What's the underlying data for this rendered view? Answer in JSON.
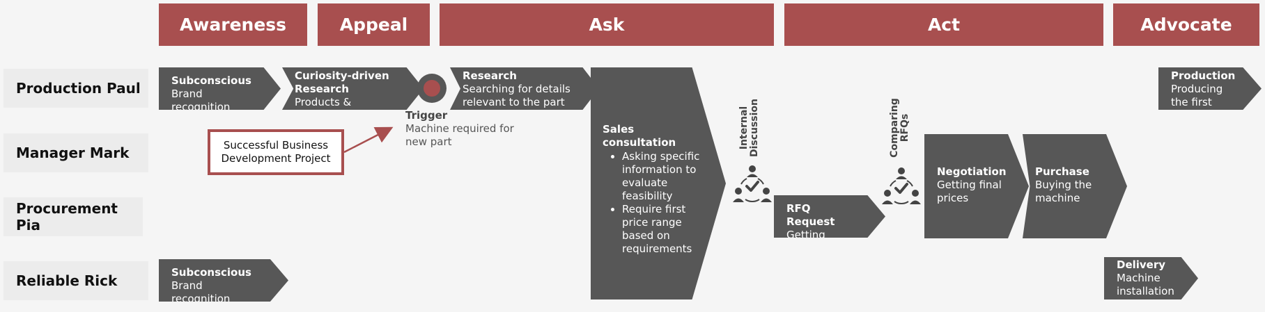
{
  "colors": {
    "phase": "#a84f4f",
    "shape": "#575757",
    "persona_bg": "#ececec",
    "accent": "#a84f4f",
    "background": "#f5f5f5"
  },
  "phases": [
    "Awareness",
    "Appeal",
    "Ask",
    "Act",
    "Advocate"
  ],
  "personas": [
    "Production Paul",
    "Manager Mark",
    "Procurement Pia",
    "Reliable Rick"
  ],
  "steps": {
    "subconscious_paul": {
      "title": "Subconscious",
      "text": "Brand recognition"
    },
    "curiosity": {
      "title": "Curiosity-driven Research",
      "text": "Products & Services"
    },
    "research": {
      "title": "Research",
      "text": "Searching for details relevant to the part"
    },
    "production": {
      "title": "Production",
      "text": "Producing the first part"
    },
    "sales": {
      "title": "Sales consultation",
      "bullets": [
        "Asking specific information to evaluate feasibility",
        "Require first price range based on requirements"
      ]
    },
    "rfq": {
      "title": "RFQ Request",
      "text": "Getting prices"
    },
    "negotiation": {
      "title": "Negotiation",
      "text": "Getting final prices"
    },
    "purchase": {
      "title": "Purchase",
      "text": "Buying the machine"
    },
    "subconscious_rick": {
      "title": "Subconscious",
      "text": "Brand recognition"
    },
    "delivery": {
      "title": "Delivery",
      "text": "Machine installation"
    }
  },
  "trigger": {
    "title": "Trigger",
    "text": "Machine required for new part"
  },
  "callout": "Successful Business Development Project",
  "labels": {
    "internal_discussion": "Internal Discussion",
    "comparing_rfqs": "Comparing RFQs"
  },
  "icons": {
    "trigger": "trigger-circle-icon",
    "internal": "team-check-icon",
    "comparing": "team-check-icon"
  }
}
